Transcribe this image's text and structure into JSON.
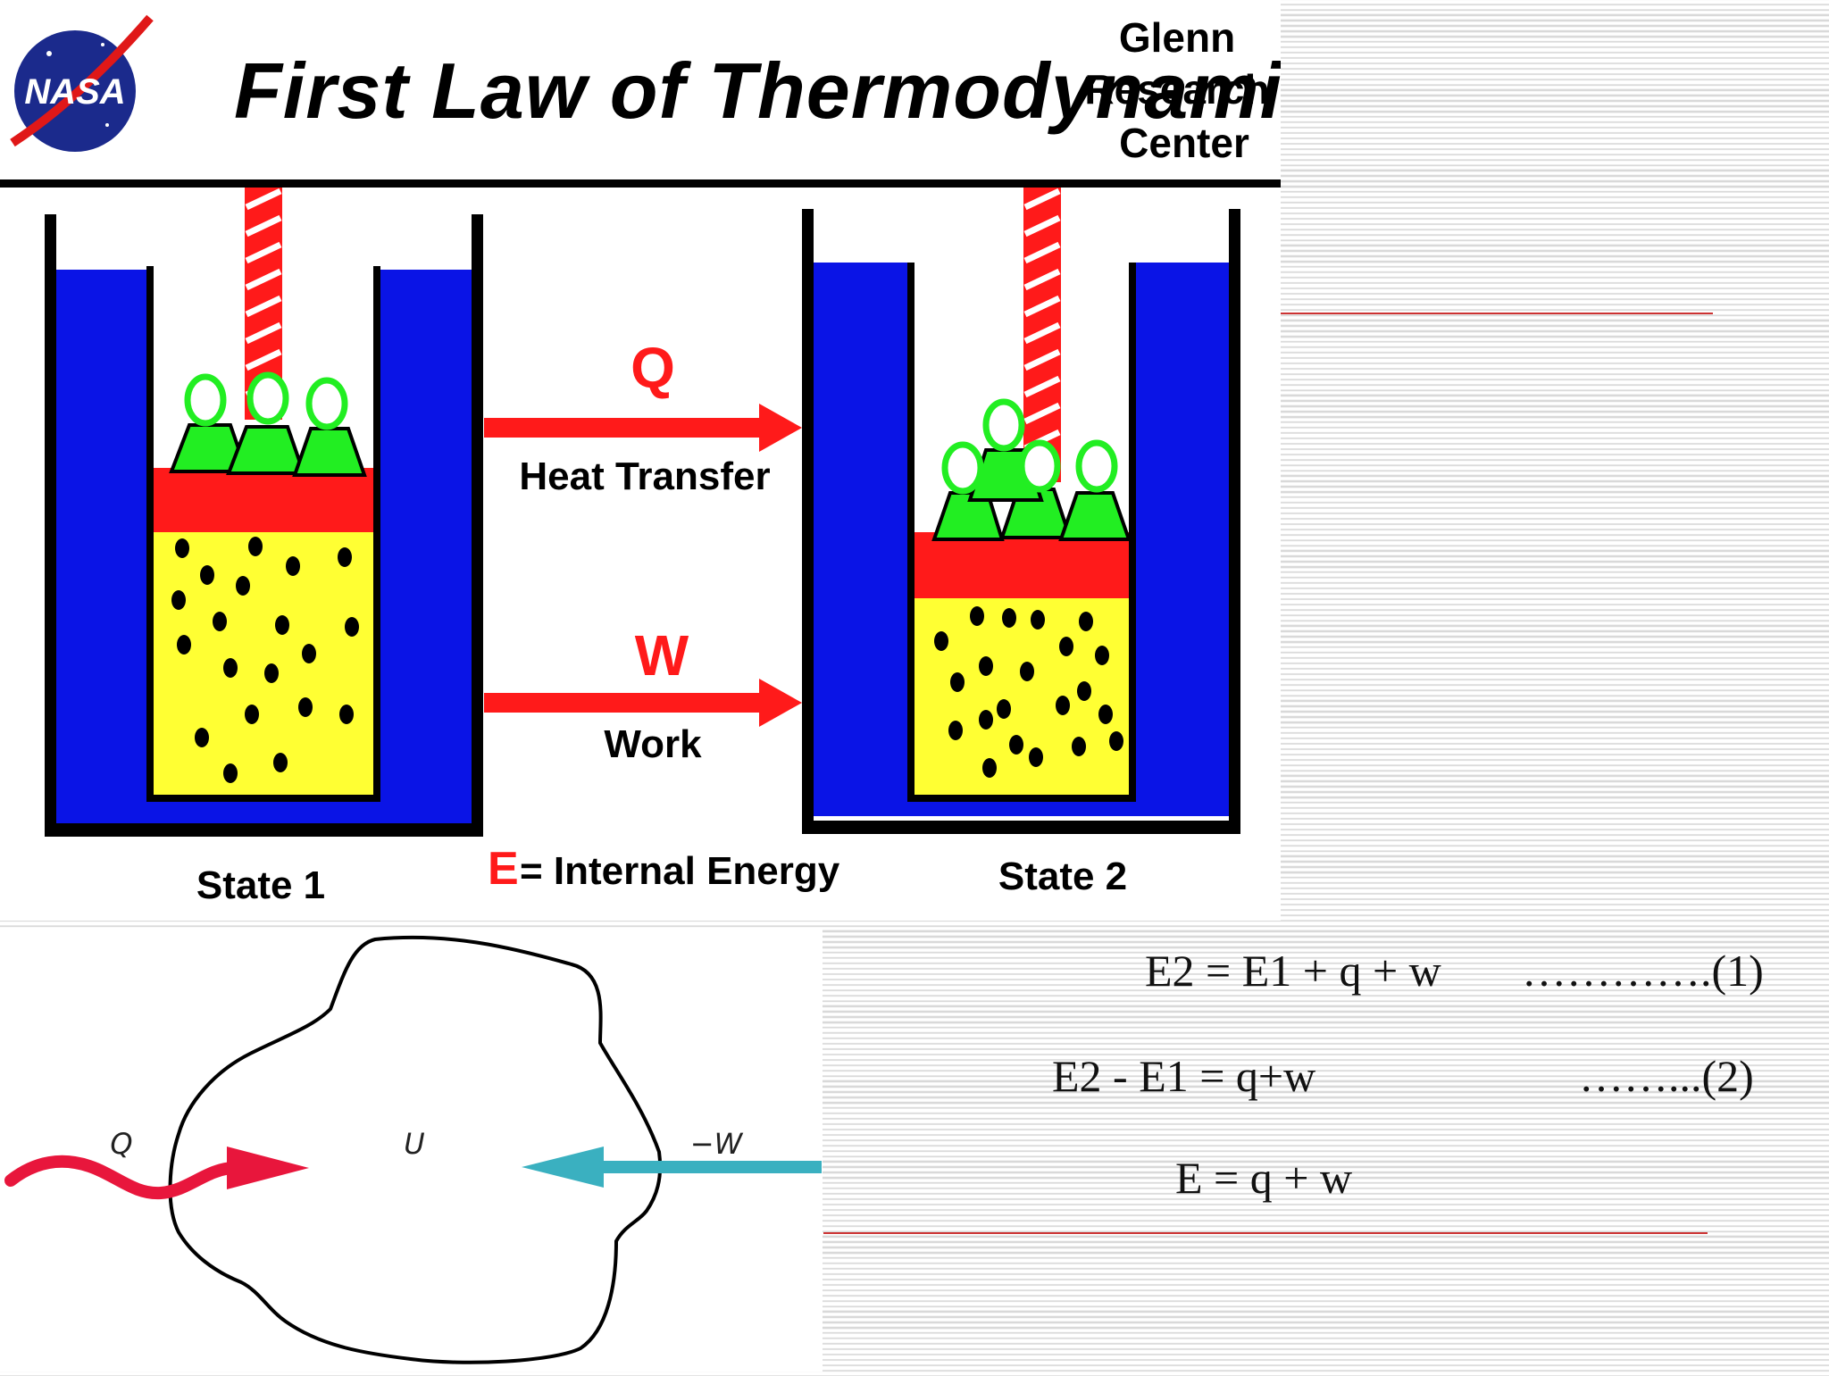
{
  "header": {
    "logo_text": "NASA",
    "title": "First Law of Thermodynamics",
    "center_lines": [
      "Glenn",
      "Research",
      "Center"
    ]
  },
  "diagram": {
    "state1_label": "State 1",
    "state2_label": "State 2",
    "heat_symbol": "Q",
    "heat_label": "Heat Transfer",
    "work_symbol": "W",
    "work_label": "Work",
    "energy_symbol": "E",
    "energy_label": "= Internal Energy"
  },
  "system_diagram": {
    "heat_symbol": "Q",
    "energy_symbol": "U",
    "work_symbol": "−W"
  },
  "equations": {
    "eq1": "E2 = E1 + q + w",
    "eq1_ref": "………….(1)",
    "eq2": "E2 - E1 = q+w",
    "eq2_ref": "……...(2)",
    "eq3": "E = q + w"
  },
  "colors": {
    "water": "#0a14e6",
    "gas": "#ffff33",
    "piston": "#ff1a1a",
    "weights": "#22ee22",
    "heat_arrow": "#e8163c",
    "work_arrow": "#3ab0c0"
  }
}
